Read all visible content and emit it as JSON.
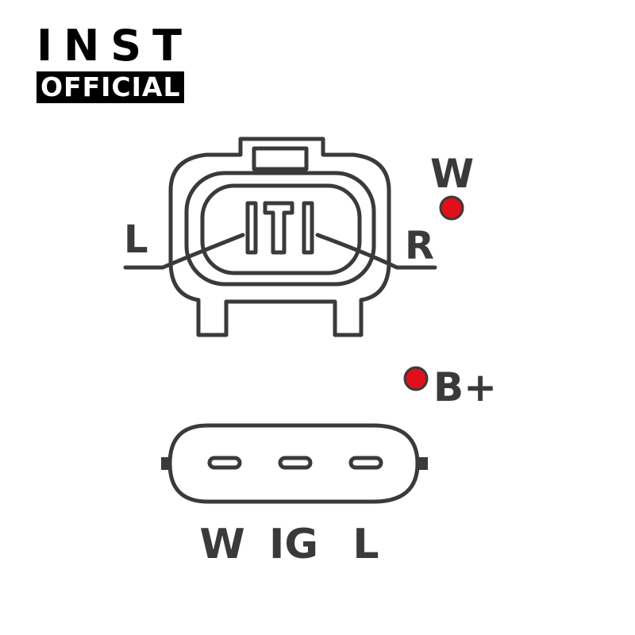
{
  "logo": {
    "brand": "INST",
    "tagline": "OFFICIAL"
  },
  "connector_top": {
    "label_left": "L",
    "label_right": "R",
    "terminal_label": "W",
    "terminal_color": "#e0101a"
  },
  "connector_bottom": {
    "terminal_label": "B+",
    "terminal_color": "#e0101a",
    "pins": [
      "W",
      "IG",
      "L"
    ]
  },
  "colors": {
    "line": "#3a3a3a",
    "label": "#3a3a3a",
    "terminal": "#e0101a"
  }
}
